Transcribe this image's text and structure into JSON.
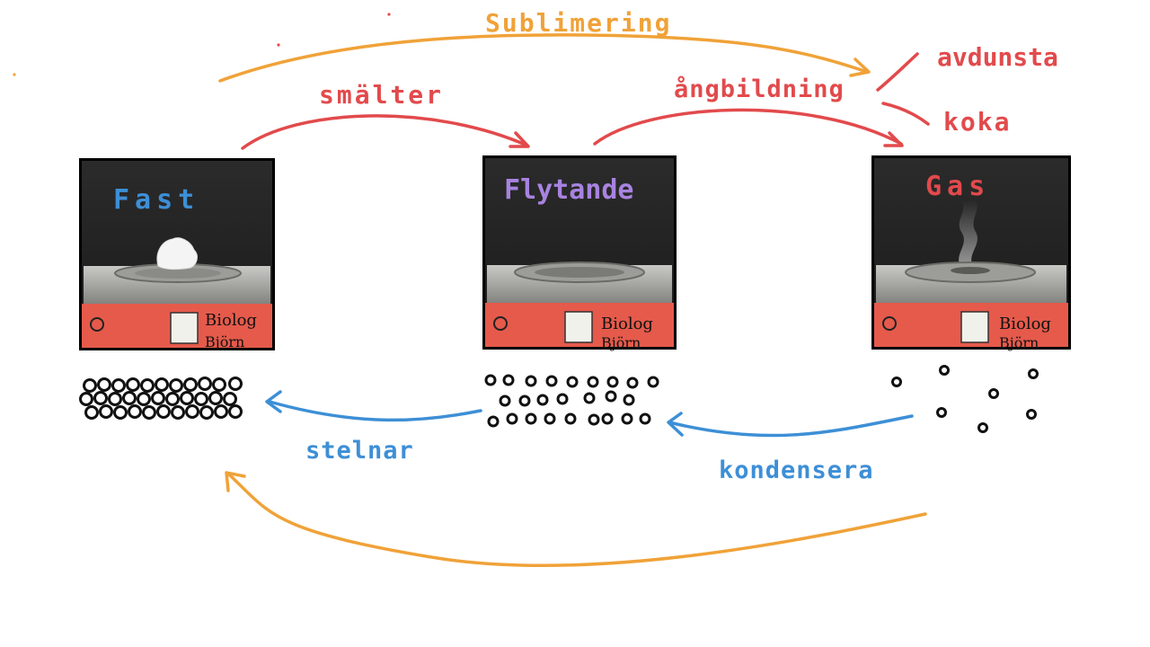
{
  "colors": {
    "orange": "#f0a238",
    "red": "#e24a4c",
    "blue": "#3d8fd6",
    "particle": "#111111",
    "fast_label": "#3d8fd6",
    "flytande_label": "#a883e0",
    "gas_label": "#e24a4c"
  },
  "processes": {
    "sublimering": "Sublimering",
    "smalter": "smälter",
    "angbildning": "ångbildning",
    "avdunsta": "avdunsta",
    "koka": "koka",
    "stelnar": "stelnar",
    "kondensera": "kondensera"
  },
  "states": [
    {
      "id": "fast",
      "label": "Fast",
      "particle_arrangement": "tightly packed"
    },
    {
      "id": "flytande",
      "label": "Flytande",
      "particle_arrangement": "loosely packed"
    },
    {
      "id": "gas",
      "label": "Gas",
      "particle_arrangement": "spread out"
    }
  ],
  "photo_sign": {
    "line1": "Biolog",
    "line2": "Björn"
  }
}
